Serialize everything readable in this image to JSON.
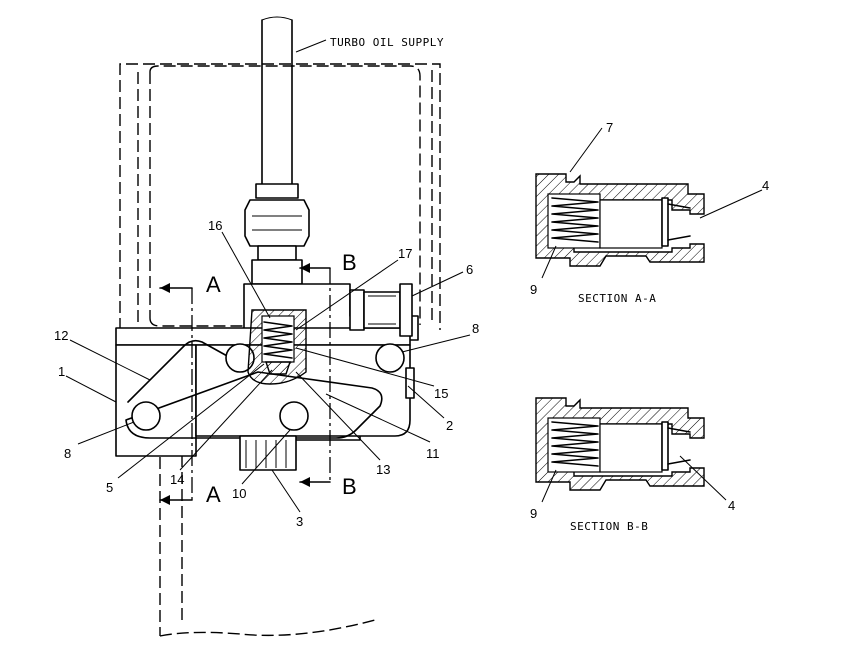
{
  "labels": {
    "turbo_oil_supply": "TURBO OIL SUPPLY",
    "section_aa": "SECTION A-A",
    "section_bb": "SECTION B-B",
    "section_a_top": "A",
    "section_a_bottom": "A",
    "section_b_top": "B",
    "section_b_bottom": "B"
  },
  "callouts": {
    "c1": "1",
    "c2": "2",
    "c3": "3",
    "c4_aa": "4",
    "c4_bb": "4",
    "c5": "5",
    "c6": "6",
    "c7": "7",
    "c8_left": "8",
    "c8_right": "8",
    "c9_aa": "9",
    "c9_bb": "9",
    "c10": "10",
    "c11": "11",
    "c12": "12",
    "c13": "13",
    "c14": "14",
    "c15": "15",
    "c16": "16",
    "c17": "17"
  }
}
